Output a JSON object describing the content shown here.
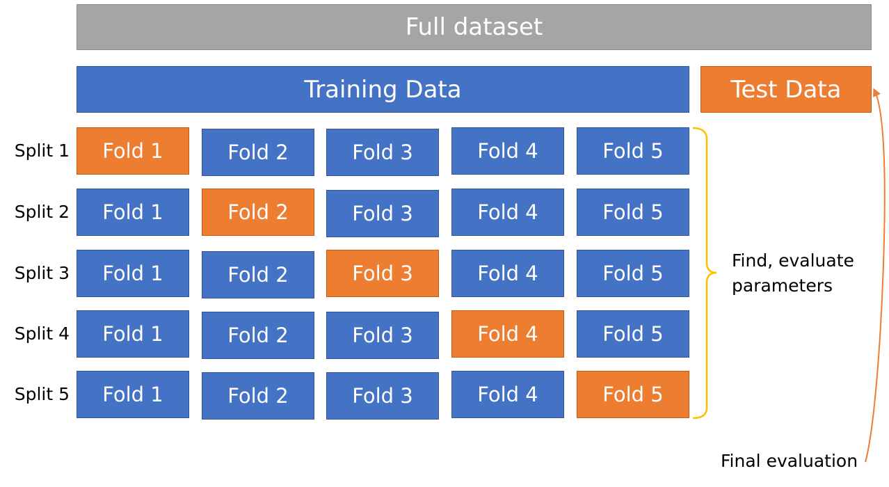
{
  "full_dataset": "Full dataset",
  "training_data": "Training Data",
  "test_data": "Test Data",
  "splits": [
    {
      "label": "Split 1",
      "held_out": 0,
      "folds": [
        "Fold 1",
        "Fold 2",
        "Fold 3",
        "Fold 4",
        "Fold 5"
      ]
    },
    {
      "label": "Split 2",
      "held_out": 1,
      "folds": [
        "Fold 1",
        "Fold 2",
        "Fold 3",
        "Fold 4",
        "Fold 5"
      ]
    },
    {
      "label": "Split 3",
      "held_out": 2,
      "folds": [
        "Fold 1",
        "Fold 2",
        "Fold 3",
        "Fold 4",
        "Fold 5"
      ]
    },
    {
      "label": "Split 4",
      "held_out": 3,
      "folds": [
        "Fold 1",
        "Fold 2",
        "Fold 3",
        "Fold 4",
        "Fold 5"
      ]
    },
    {
      "label": "Split 5",
      "held_out": 4,
      "folds": [
        "Fold 1",
        "Fold 2",
        "Fold 3",
        "Fold 4",
        "Fold 5"
      ]
    }
  ],
  "annotations": {
    "find_line1": "Find, evaluate",
    "find_line2": "parameters",
    "final_evaluation": "Final evaluation"
  },
  "colors": {
    "gray": "#a5a5a5",
    "blue": "#4472c4",
    "orange": "#ed7d31",
    "brace": "#ffc000"
  }
}
